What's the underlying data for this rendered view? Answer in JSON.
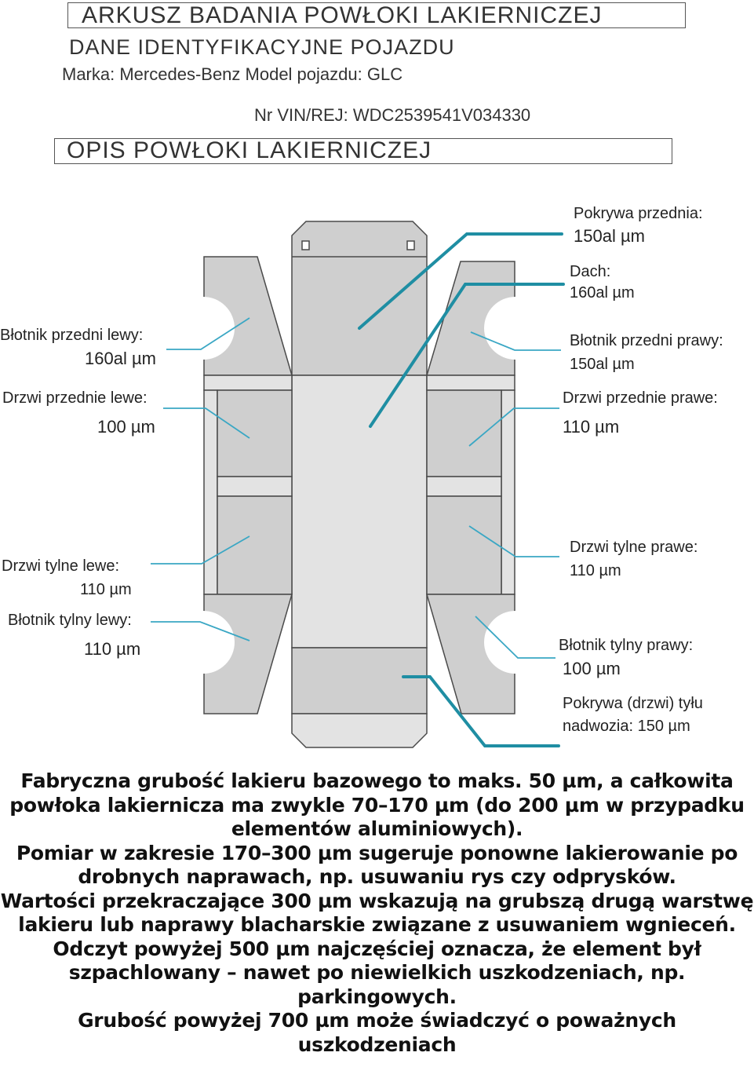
{
  "header": {
    "title": "ARKUSZ BADANIA POWŁOKI LAKIERNICZEJ",
    "vehicle_section": "DANE IDENTYFIKACYJNE POJAZDU",
    "make_model": "Marka:  Mercedes-Benz Model pojazdu: GLC",
    "vin": "Nr VIN/REJ: WDC2539541V034330",
    "coating_section": "OPIS POWŁOKI LAKIERNICZEJ"
  },
  "panels": {
    "hood": {
      "label": "Pokrywa przednia:",
      "value": "150al µm"
    },
    "roof": {
      "label": "Dach:",
      "value": "160al µm"
    },
    "front_left_fender": {
      "label": "Błotnik przedni lewy:",
      "value": "160al µm"
    },
    "front_right_fender": {
      "label": "Błotnik przedni prawy:",
      "value": "150al µm"
    },
    "front_left_door": {
      "label": "Drzwi przednie lewe:",
      "value": "100  µm"
    },
    "front_right_door": {
      "label": "Drzwi przednie prawe:",
      "value": "110 µm"
    },
    "rear_left_door": {
      "label": "Drzwi tylne lewe:",
      "value": "110 µm"
    },
    "rear_right_door": {
      "label": "Drzwi tylne prawe:",
      "value": "110 µm"
    },
    "rear_left_fender": {
      "label": "Błotnik tylny lewy:",
      "value": "110  µm"
    },
    "rear_right_fender": {
      "label": "Błotnik tylny prawy:",
      "value": "100 µm"
    },
    "tailgate": {
      "label": "Pokrywa (drzwi) tyłu",
      "value": "nadwozia: 150 µm"
    }
  },
  "notes": [
    "Fabryczna grubość lakieru bazowego to maks. 50 µm, a całkowita powłoka lakiernicza ma zwykle 70–170 µm (do 200 µm w przypadku elementów aluminiowych).",
    "Pomiar w zakresie 170–300 µm sugeruje ponowne lakierowanie po drobnych naprawach, np. usuwaniu rys czy odprysków.",
    "Wartości przekraczające 300 µm wskazują na grubszą drugą warstwę lakieru lub naprawy blacharskie związane z usuwaniem wgnieceń.",
    "Odczyt powyżej 500 µm najczęściej oznacza, że element był szpachlowany – nawet po niewielkich uszkodzeniach, np. parkingowych.",
    "Grubość powyżej 700 µm może świadczyć o poważnych uszkodzeniach"
  ],
  "colors": {
    "panel_fill": "#cfcfcf",
    "panel_stroke": "#4a4a4a",
    "light_panel": "#e3e3e3",
    "leader_dark": "#1f8ea3",
    "leader_light": "#3aa7c4"
  }
}
